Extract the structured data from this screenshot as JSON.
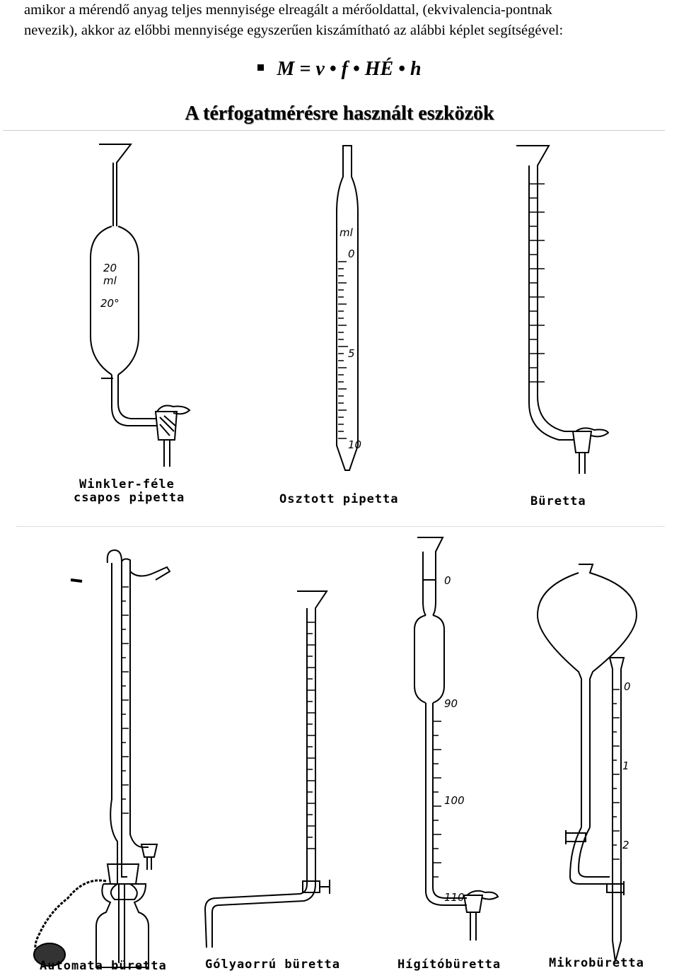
{
  "paragraph": {
    "line1": "amikor a mérendő anyag teljes mennyisége elreagált a mérőoldattal, (ekvivalencia-pontnak",
    "line2": "nevezik), akkor az előbbi mennyisége egyszerűen kiszámítható az alábbi képlet segítségével:"
  },
  "formula": {
    "M": "M",
    "eq": "=",
    "v": "v",
    "f": "f",
    "HE": "HÉ",
    "h": "h",
    "dot": "•"
  },
  "section_title": "A térfogatmérésre használt eszközök",
  "figure_top": {
    "winkler_caption_1": "Winkler-féle",
    "winkler_caption_2": "csapos pipetta",
    "winkler_bulb_1": "20",
    "winkler_bulb_2": "ml",
    "winkler_bulb_3": "20°",
    "osztott_caption": "Osztott pipetta",
    "osztott_unit": "ml",
    "osztott_0": "0",
    "osztott_5": "5",
    "osztott_10": "10",
    "buretta_caption": "Büretta"
  },
  "figure_bottom": {
    "automata_caption": "Automata büretta",
    "golyaorru_caption": "Gólyaorrú büretta",
    "higito_caption": "Hígítóbüretta",
    "higito_0": "0",
    "higito_90": "90",
    "higito_100": "100",
    "higito_110": "110",
    "mikro_caption": "Mikrobüretta",
    "mikro_0": "0",
    "mikro_1": "1",
    "mikro_2": "2"
  }
}
